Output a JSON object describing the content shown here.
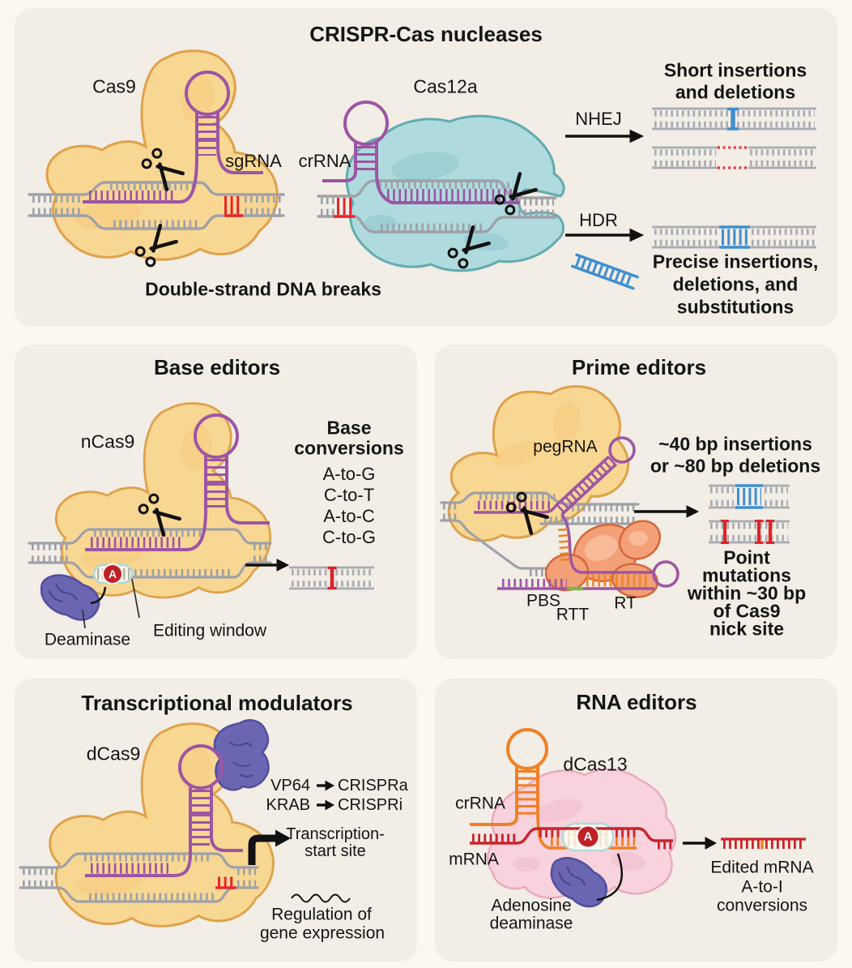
{
  "figure": {
    "palette": {
      "page_bg": "#FBF8F1",
      "panel_bg": "#F2EDE5",
      "cas_protein_yellow": "#F8D792",
      "cas_outline": "#DFA14A",
      "cas12a_teal": "#AFDBDE",
      "guide_rna_purple": "#9D55A4",
      "dna_gray": "#9EA1A9",
      "pam_red": "#E8252B",
      "insert_blue": "#3E8FD0",
      "deaminase_purple": "#6A66B1",
      "rt_orange": "#F4A077",
      "dcas13_pink": "#F8D2DD",
      "crrna_orange": "#F08026",
      "mrna_red": "#C9242B",
      "rtt_green": "#7CB347",
      "badge_red": "#BE2026",
      "text": "#151515"
    },
    "panels": {
      "nucleases": {
        "title": "CRISPR-Cas nucleases",
        "cas9": "Cas9",
        "sgrna": "sgRNA",
        "cas12a": "Cas12a",
        "crrna": "crRNA",
        "dsb": "Double-strand DNA breaks",
        "nhej": "NHEJ",
        "hdr": "HDR",
        "nhej_outcome_line1": "Short insertions",
        "nhej_outcome_line2": "and deletions",
        "hdr_outcome_line1": "Precise insertions,",
        "hdr_outcome_line2": "deletions, and",
        "hdr_outcome_line3": "substitutions"
      },
      "base_editors": {
        "title": "Base editors",
        "ncas9": "nCas9",
        "conversions_title_line1": "Base",
        "conversions_title_line2": "conversions",
        "conversions": [
          "A-to-G",
          "C-to-T",
          "A-to-C",
          "C-to-G"
        ],
        "deaminase": "Deaminase",
        "editing_window": "Editing window",
        "badge": "A"
      },
      "prime_editors": {
        "title": "Prime editors",
        "pegrna": "pegRNA",
        "outcome_top_line1": "~40 bp insertions",
        "outcome_top_line2": "or ~80 bp deletions",
        "pbs": "PBS",
        "rtt": "RTT",
        "rt": "RT",
        "outcome_bottom_line1": "Point",
        "outcome_bottom_line2": "mutations",
        "outcome_bottom_line3": "within ~30 bp",
        "outcome_bottom_line4": "of Cas9",
        "outcome_bottom_line5": "nick site"
      },
      "transcriptional_modulators": {
        "title": "Transcriptional modulators",
        "dcas9": "dCas9",
        "vp64": "VP64",
        "crispra": "CRISPRa",
        "krab": "KRAB",
        "crispri": "CRISPRi",
        "tss_line1": "Transcription-",
        "tss_line2": "start site",
        "regulation_line1": "Regulation of",
        "regulation_line2": "gene expression"
      },
      "rna_editors": {
        "title": "RNA editors",
        "dcas13": "dCas13",
        "crrna": "crRNA",
        "mrna": "mRNA",
        "adenosine_line1": "Adenosine",
        "adenosine_line2": "deaminase",
        "edited_line1": "Edited mRNA",
        "edited_line2": "A-to-I",
        "edited_line3": "conversions",
        "badge": "A"
      }
    }
  }
}
